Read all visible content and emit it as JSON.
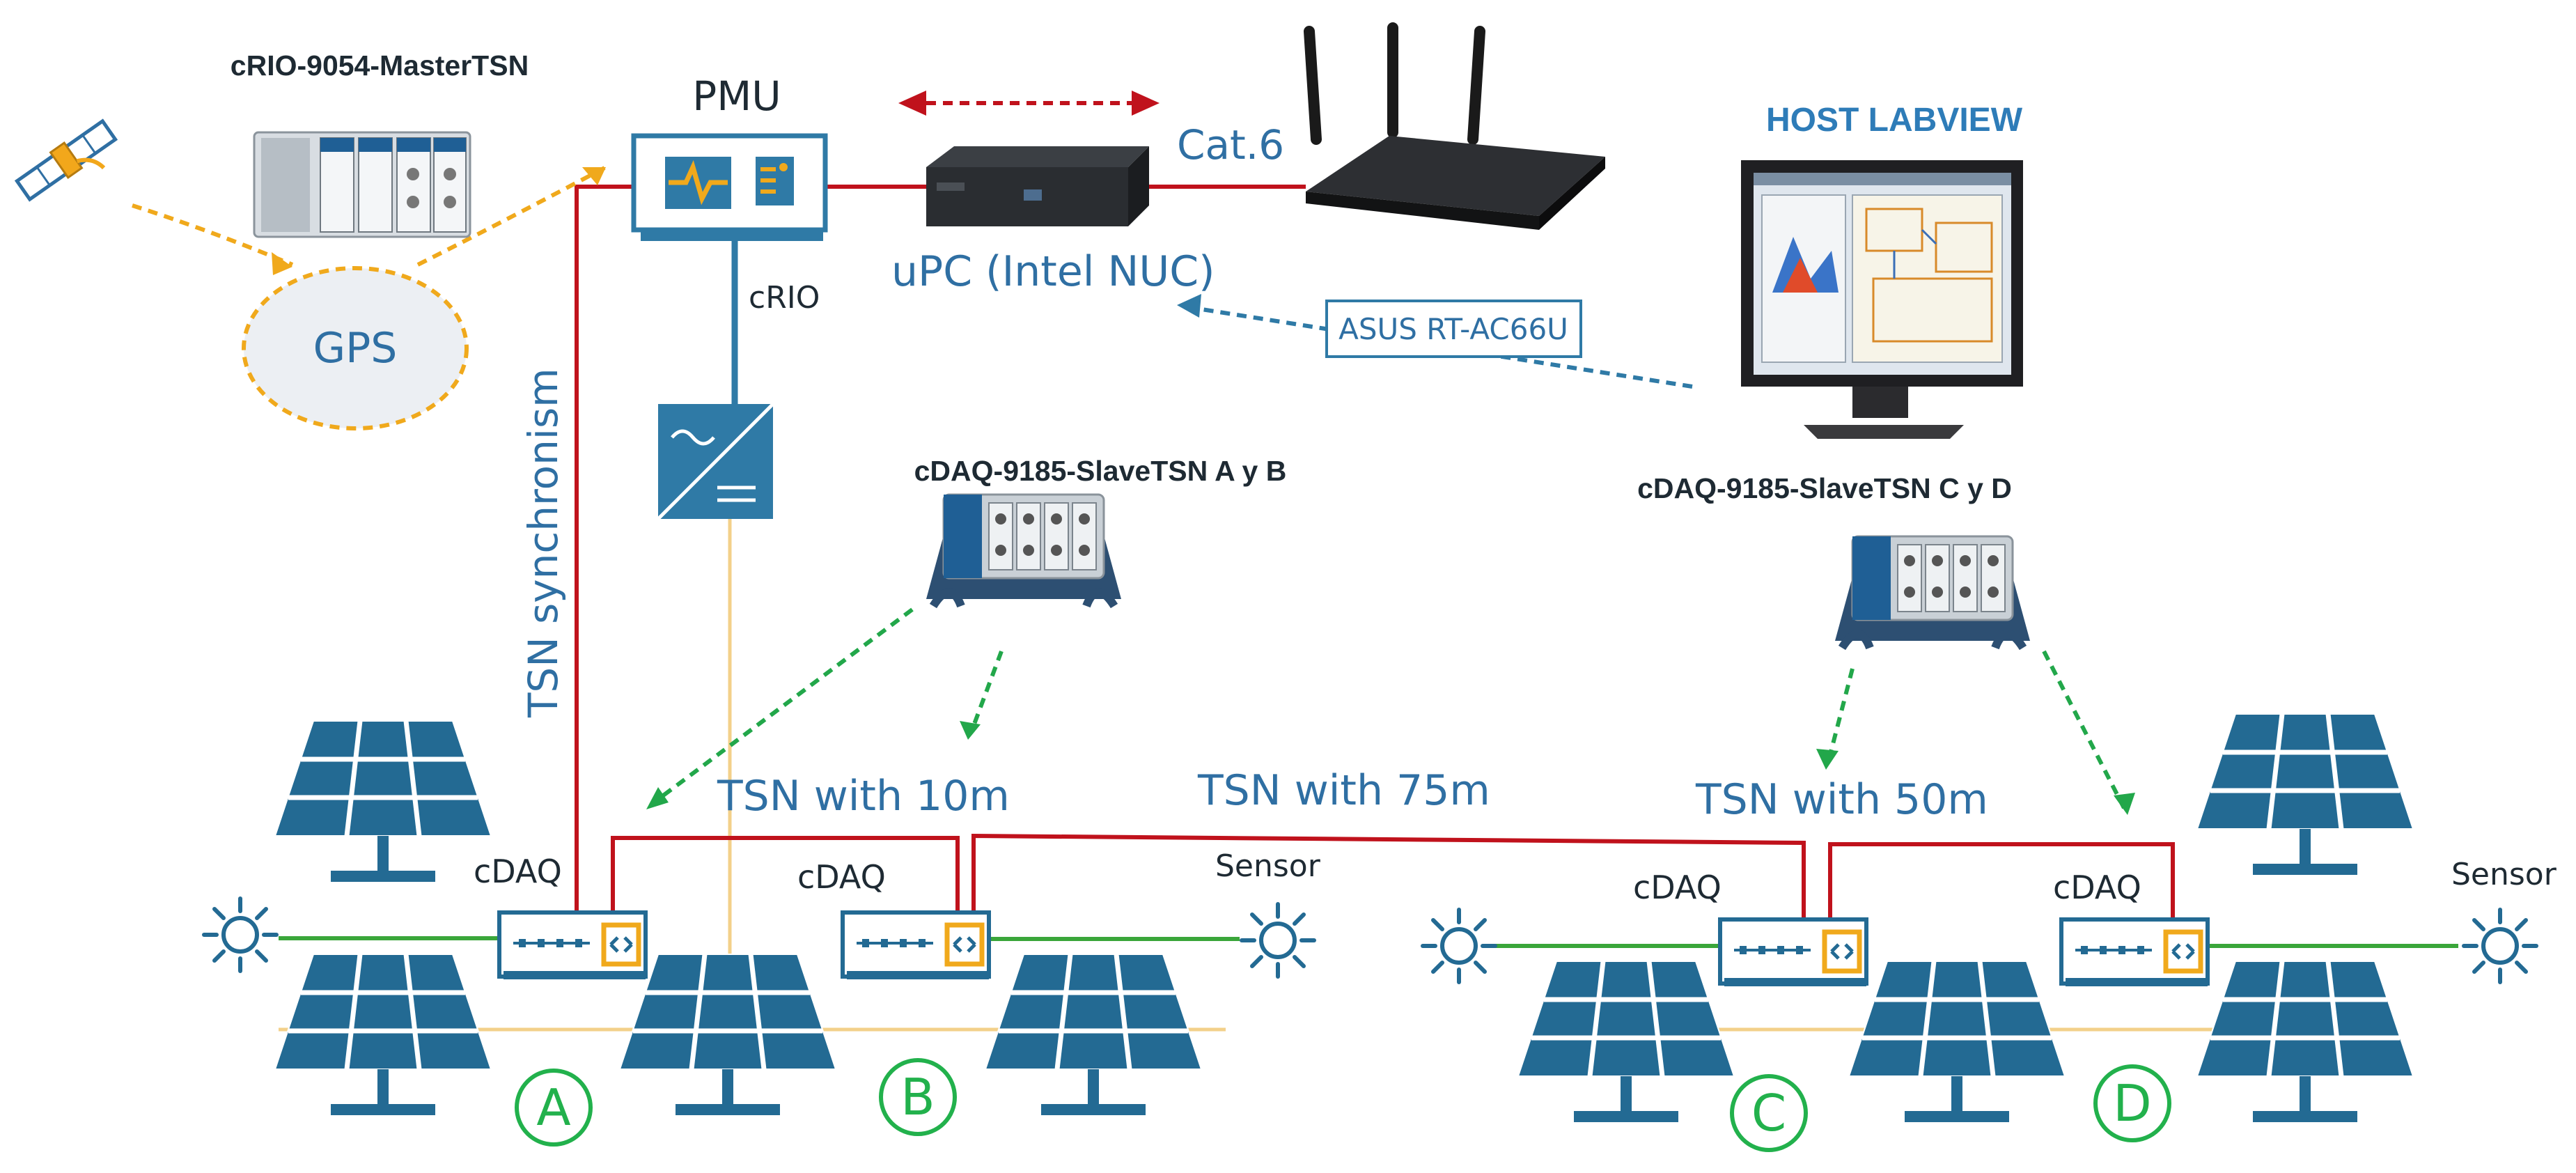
{
  "labels": {
    "crio_master": "cRIO-9054-MasterTSN",
    "pmu": "PMU",
    "gps": "GPS",
    "crio": "cRIO",
    "cat6": "Cat.6",
    "upc": "uPC (Intel NUC)",
    "asus": "ASUS RT-AC66U",
    "host": "HOST LABVIEW",
    "cdaq_ab": "cDAQ-9185-SlaveTSN A y B",
    "cdaq_cd": "cDAQ-9185-SlaveTSN C y D",
    "tsn_sync": "TSN synchronism",
    "tsn10": "TSN with 10m",
    "tsn75": "TSN with 75m",
    "tsn50": "TSN with 50m",
    "cdaq": "cDAQ",
    "sensor": "Sensor",
    "zone_a": "A",
    "zone_b": "B",
    "zone_c": "C",
    "zone_d": "D"
  },
  "colors": {
    "tsn_cable": "#c0121c",
    "ethernet_cable": "#c0121c",
    "sensor_cable": "#3aa63a",
    "dc_cable": "#f3d08a",
    "gps_link": "#f0a91c",
    "wifi_link": "#2f7aa6",
    "cdaq_link": "#22a74a",
    "panel": "#236a93",
    "title_blue": "#2e7cb8",
    "zone_green": "#22b14c",
    "text": "#1e2a33"
  },
  "icons": [
    "satellite-icon",
    "crio-chassis-icon",
    "pmu-icon",
    "router-icon",
    "mini-pc-icon",
    "monitor-icon",
    "inverter-icon",
    "cdaq-chassis-icon",
    "solar-panel-icon",
    "sensor-sun-icon",
    "double-arrow-icon"
  ]
}
